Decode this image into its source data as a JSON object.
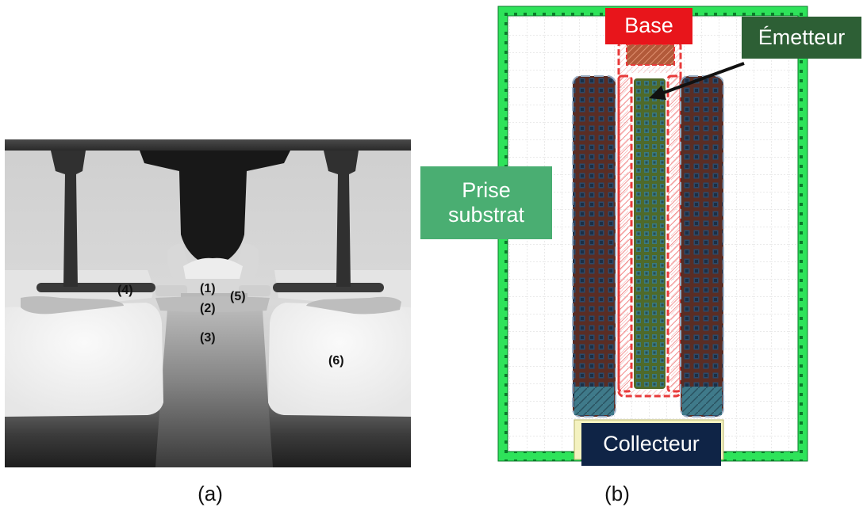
{
  "panel_a": {
    "caption": "(a)",
    "regions": [
      "(1)",
      "(2)",
      "(3)",
      "(4)",
      "(5)",
      "(6)"
    ]
  },
  "panel_b": {
    "caption": "(b)",
    "labels": {
      "base": "Base",
      "emitter": "Émetteur",
      "collector": "Collecteur",
      "substrate": "Prise substrat"
    }
  },
  "colors": {
    "base_label": "#e8151b",
    "emitter_label": "#2d5f35",
    "collector_label": "#0f2446",
    "substrate_label": "#4aae72",
    "guard_ring": "#2ee35a",
    "collector_fill": "#5a2d24",
    "emitter_fill": "#4f6a2a",
    "base_outline": "#e83a3a"
  }
}
